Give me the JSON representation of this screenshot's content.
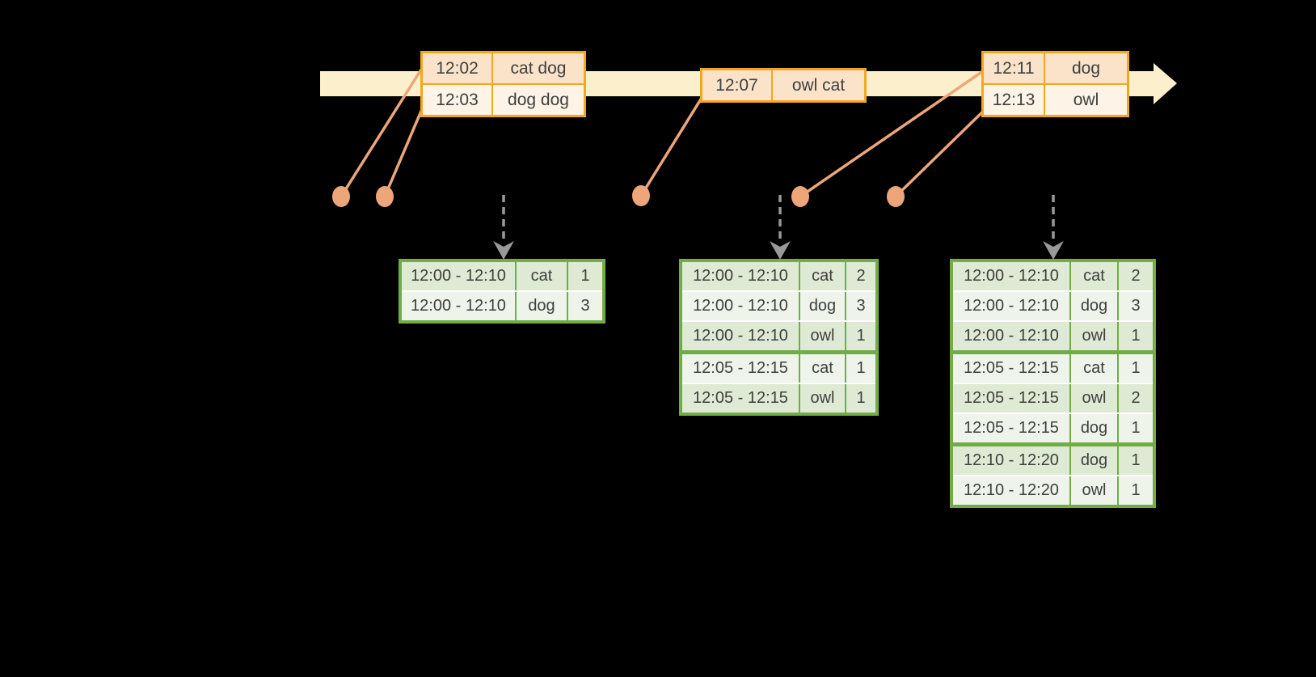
{
  "colors": {
    "background": "#000000",
    "timeline_fill": "#fbf0cb",
    "event_table_border": "#f2a81d",
    "event_row_tint": "#fae3c8",
    "event_row_light": "#fdf3e6",
    "connector_dot": "#eda679",
    "trigger_arrow": "#999999",
    "result_table_border": "#70ad47",
    "result_row_tint": "#deead3",
    "result_row_light": "#eff4ea",
    "text": "#3f3f3f"
  },
  "timeline": {
    "direction_icon": "right-arrow"
  },
  "event_tables": [
    {
      "rows": [
        {
          "time": "12:02",
          "words": "cat dog"
        },
        {
          "time": "12:03",
          "words": "dog dog"
        }
      ]
    },
    {
      "rows": [
        {
          "time": "12:07",
          "words": "owl cat"
        }
      ]
    },
    {
      "rows": [
        {
          "time": "12:11",
          "words": "dog"
        },
        {
          "time": "12:13",
          "words": "owl"
        }
      ]
    }
  ],
  "result_tables": [
    {
      "rows": [
        {
          "window": "12:00 - 12:10",
          "word": "cat",
          "count": 1
        },
        {
          "window": "12:00 - 12:10",
          "word": "dog",
          "count": 3
        }
      ]
    },
    {
      "rows": [
        {
          "window": "12:00 - 12:10",
          "word": "cat",
          "count": 2
        },
        {
          "window": "12:00 - 12:10",
          "word": "dog",
          "count": 3
        },
        {
          "window": "12:00 - 12:10",
          "word": "owl",
          "count": 1
        },
        {
          "window": "12:05 - 12:15",
          "word": "cat",
          "count": 1
        },
        {
          "window": "12:05 - 12:15",
          "word": "owl",
          "count": 1
        }
      ]
    },
    {
      "rows": [
        {
          "window": "12:00 - 12:10",
          "word": "cat",
          "count": 2
        },
        {
          "window": "12:00 - 12:10",
          "word": "dog",
          "count": 3
        },
        {
          "window": "12:00 - 12:10",
          "word": "owl",
          "count": 1
        },
        {
          "window": "12:05 - 12:15",
          "word": "cat",
          "count": 1
        },
        {
          "window": "12:05 - 12:15",
          "word": "owl",
          "count": 2
        },
        {
          "window": "12:05 - 12:15",
          "word": "dog",
          "count": 1
        },
        {
          "window": "12:10 - 12:20",
          "word": "dog",
          "count": 1
        },
        {
          "window": "12:10 - 12:20",
          "word": "owl",
          "count": 1
        }
      ]
    }
  ]
}
